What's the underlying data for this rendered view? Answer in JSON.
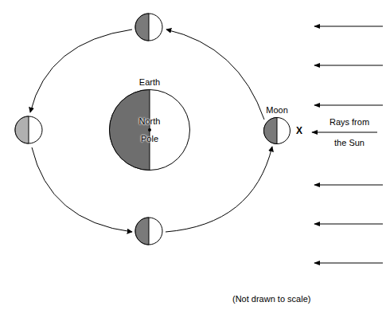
{
  "diagram": {
    "nodes": [
      {
        "text": [
          "Earth",
          "North Pole"
        ]
      },
      {
        "text": [
          "Moon"
        ]
      }
    ],
    "labels": [
      "X",
      "Rays from the Sun",
      "(Not drawn to scale)"
    ]
  }
}
